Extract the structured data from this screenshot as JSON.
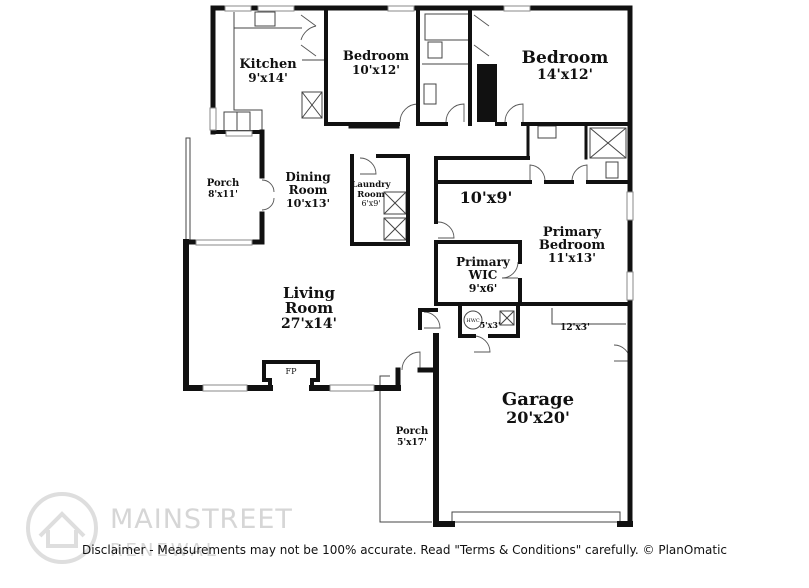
{
  "rooms": {
    "kitchen": {
      "name": "Kitchen",
      "dim": "9'x14'"
    },
    "bedroom1": {
      "name": "Bedroom",
      "dim": "10'x12'"
    },
    "bedroom2": {
      "name": "Bedroom",
      "dim": "14'x12'"
    },
    "porch_side": {
      "name": "Porch",
      "dim": "8'x11'"
    },
    "dining": {
      "name1": "Dining",
      "name2": "Room",
      "dim": "10'x13'"
    },
    "laundry": {
      "name1": "Laundry",
      "name2": "Room",
      "dim": "6'x9'"
    },
    "bedroom3": {
      "dim": "10'x9'"
    },
    "primary_bedroom": {
      "name1": "Primary",
      "name2": "Bedroom",
      "dim": "11'x13'"
    },
    "primary_wic": {
      "name1": "Primary",
      "name2": "WIC",
      "dim": "9'x6'"
    },
    "living": {
      "name1": "Living",
      "name2": "Room",
      "dim": "27'x14'"
    },
    "closet_small": {
      "dim": "5'x3'"
    },
    "closet_garage": {
      "dim": "12'x3'"
    },
    "garage": {
      "name": "Garage",
      "dim": "20'x20'"
    },
    "porch_front": {
      "name": "Porch",
      "dim": "5'x17'"
    }
  },
  "fixtures": {
    "fireplace": "FP",
    "water_heater": "HWC"
  },
  "watermark": {
    "brand": "MAINSTREET",
    "sub": "RENEWAL"
  },
  "disclaimer": "Disclaimer - Measurements may not be 100% accurate. Read \"Terms & Conditions\" carefully. © PlanOmatic"
}
